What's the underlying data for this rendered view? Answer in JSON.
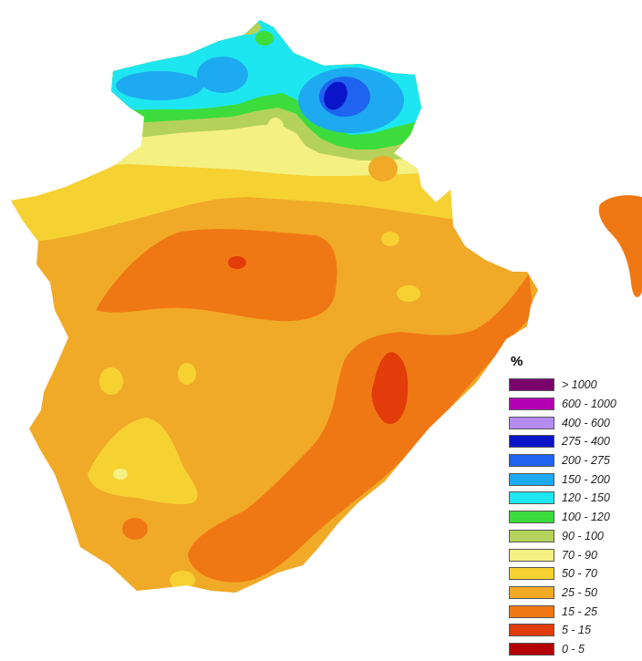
{
  "legend": {
    "title": "%",
    "items": [
      {
        "label": "> 1000",
        "color": "#7a006e"
      },
      {
        "label": "600 - 1000",
        "color": "#b400b4"
      },
      {
        "label": "400 - 600",
        "color": "#b58cf0"
      },
      {
        "label": "275 - 400",
        "color": "#0a14c8"
      },
      {
        "label": "200 - 275",
        "color": "#1e64f0"
      },
      {
        "label": "150 - 200",
        "color": "#1eaaf0"
      },
      {
        "label": "120 - 150",
        "color": "#1ee6f0"
      },
      {
        "label": "100 - 120",
        "color": "#3cdc3c"
      },
      {
        "label": "90 - 100",
        "color": "#b4d25a"
      },
      {
        "label": "70 - 90",
        "color": "#f5f082"
      },
      {
        "label": "50 - 70",
        "color": "#f5d232"
      },
      {
        "label": "25 - 50",
        "color": "#f0aa28"
      },
      {
        "label": "15 - 25",
        "color": "#f07814"
      },
      {
        "label": "5 - 15",
        "color": "#e13c0a"
      },
      {
        "label": "0 - 5",
        "color": "#b40000"
      }
    ]
  }
}
